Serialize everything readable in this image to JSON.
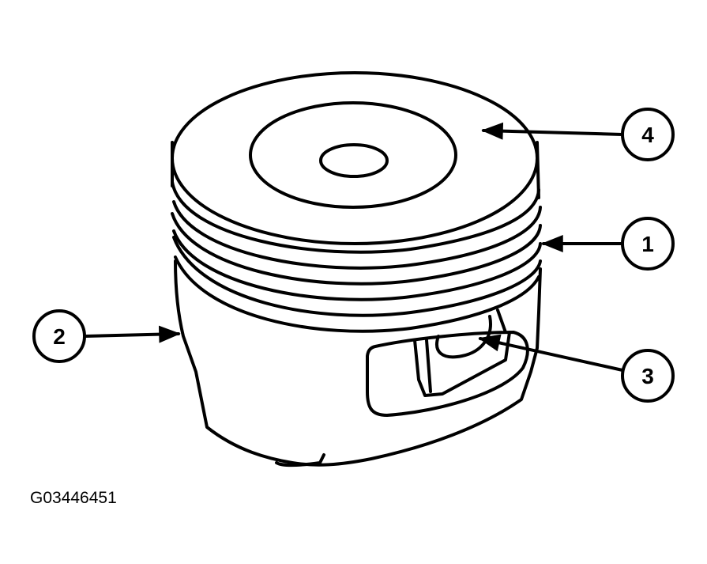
{
  "figure_id": "G03446451",
  "callouts": [
    {
      "number": "1"
    },
    {
      "number": "2"
    },
    {
      "number": "3"
    },
    {
      "number": "4"
    }
  ]
}
